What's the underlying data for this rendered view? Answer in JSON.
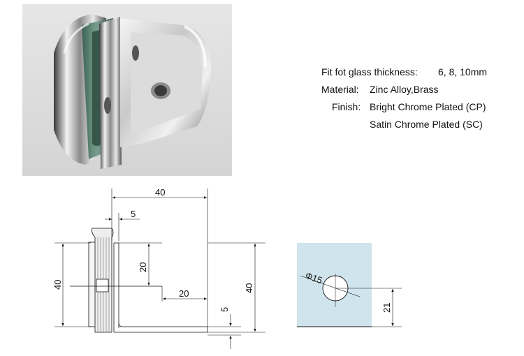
{
  "specs": {
    "glass_label": "Fit fot glass thickness:",
    "glass_value": "6, 8, 10mm",
    "material_label": "Material:",
    "material_value": "Zinc Alloy,Brass",
    "finish_label": "Finish:",
    "finish_value_1": "Bright Chrome Plated (CP)",
    "finish_value_2": "Satin Chrome Plated  (SC)"
  },
  "drawing": {
    "dim_top_width": "40",
    "dim_top_offset": "5",
    "dim_left_height": "40",
    "dim_inner_height": "20",
    "dim_inner_width": "20",
    "dim_base_thickness": "5",
    "dim_right_height": "40",
    "dim_hole_diameter": "Φ15",
    "dim_hole_height": "21"
  },
  "colors": {
    "glass_panel": "#cfe4ec",
    "chrome_dark": "#4a4a4a",
    "chrome_light": "#f4f4f4"
  }
}
